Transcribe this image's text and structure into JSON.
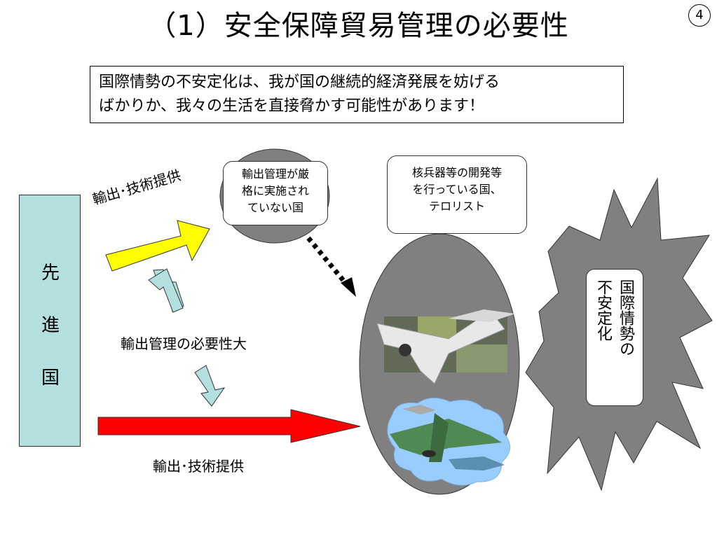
{
  "slide": {
    "title": "（1）安全保障貿易管理の必要性",
    "page_number": "4",
    "lead_text_line1": "国際情勢の不安定化は、我が国の継続的経済発展を妨げる",
    "lead_text_line2": "ばかりか、我々の生活を直接脅かす可能性があります！"
  },
  "diagram": {
    "country_chars": [
      "先",
      "進",
      "国"
    ],
    "upper_arrow_label": "輸出･技術提供",
    "lower_arrow_label": "輸出･技術提供",
    "center_label": "輸出管理の必要性大",
    "weak_control_bubble": [
      "輸出管理が厳",
      "格に実施され",
      "ていない国"
    ],
    "threat_bubble": [
      "核兵器等の開発等",
      "を行っている国、",
      "テロリスト"
    ],
    "instability_col1": "国際情勢の",
    "instability_col2": "不安定化",
    "colors": {
      "country_box": "#b3e0df",
      "yellow_arrow": "#ffff00",
      "red_arrow": "#ff0000",
      "small_arrows": "#b3e0df",
      "ellipse": "#808080",
      "explosion": "#808080"
    },
    "icons": [
      "fighter-jet-icon",
      "military-aircraft-group-icon"
    ]
  }
}
